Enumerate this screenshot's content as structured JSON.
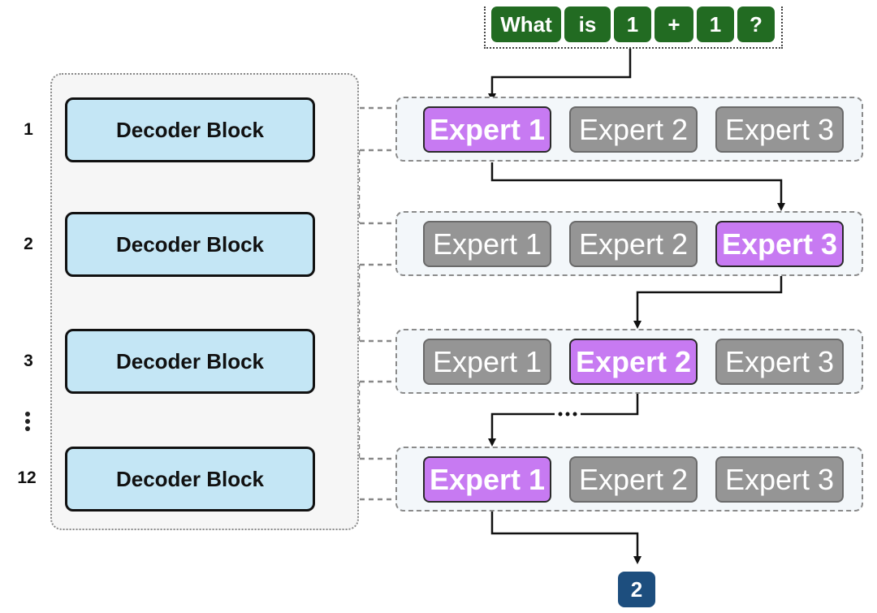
{
  "input_tokens": [
    "What",
    "is",
    "1",
    "+",
    "1",
    "?"
  ],
  "layers": [
    {
      "number": "1",
      "decoder_label": "Decoder Block",
      "experts": [
        "Expert 1",
        "Expert 2",
        "Expert 3"
      ],
      "active_expert": 1
    },
    {
      "number": "2",
      "decoder_label": "Decoder Block",
      "experts": [
        "Expert 1",
        "Expert 2",
        "Expert 3"
      ],
      "active_expert": 3
    },
    {
      "number": "3",
      "decoder_label": "Decoder Block",
      "experts": [
        "Expert 1",
        "Expert 2",
        "Expert 3"
      ],
      "active_expert": 2
    },
    {
      "number": "12",
      "decoder_label": "Decoder Block",
      "experts": [
        "Expert 1",
        "Expert 2",
        "Expert 3"
      ],
      "active_expert": 1
    }
  ],
  "output_token": "2",
  "colors": {
    "token_green": "#226b22",
    "decoder_fill": "#c4e6f5",
    "expert_active": "#c77af2",
    "expert_inactive": "#959595",
    "output_blue": "#1d4e7e"
  }
}
